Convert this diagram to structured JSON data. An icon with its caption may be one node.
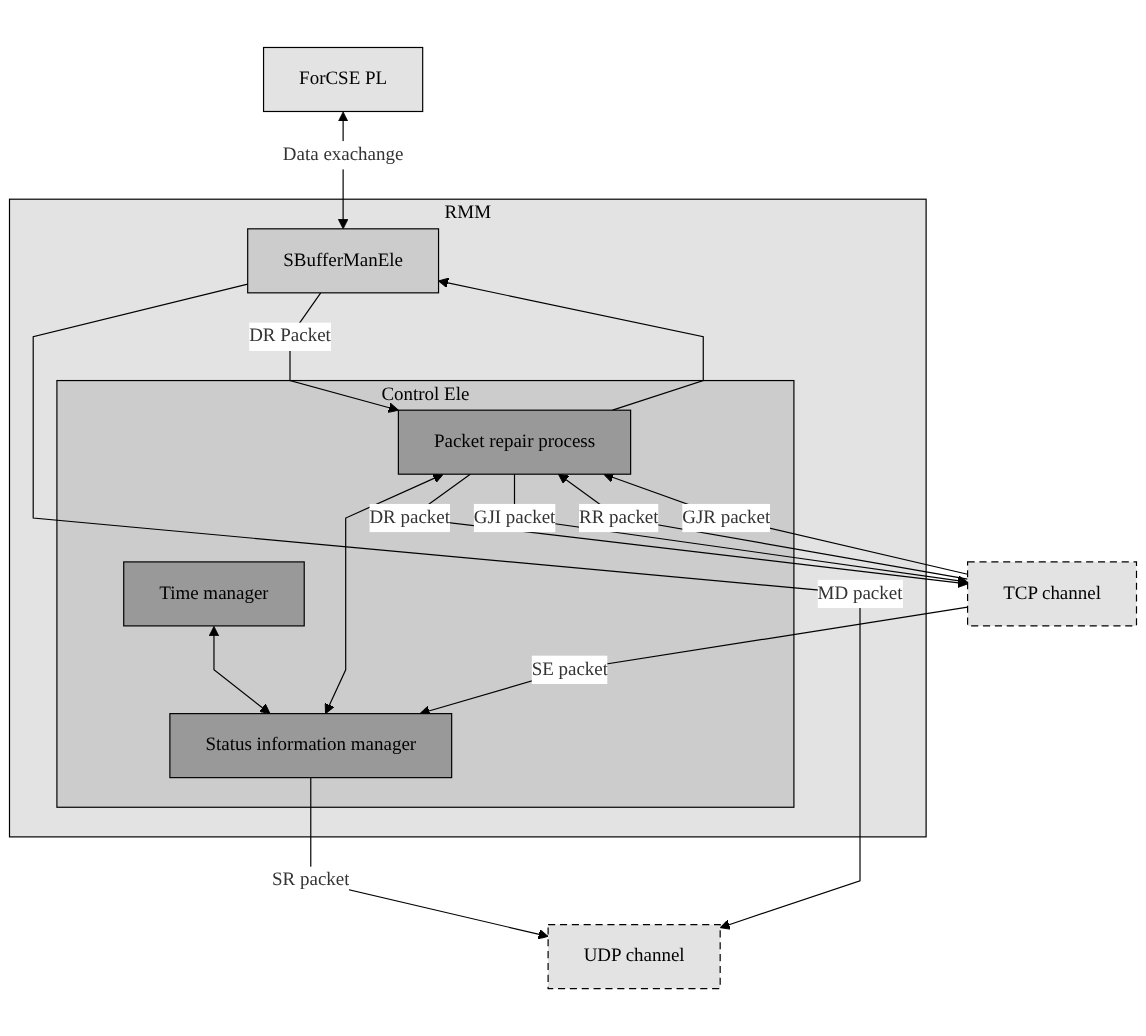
{
  "diagram": {
    "nodes": [
      {
        "text": [
          "ForCSE PL"
        ]
      },
      {
        "text": [
          "RMM"
        ]
      },
      {
        "text": [
          "SBufferManEle"
        ],
        "in": 1
      },
      {
        "text": [
          "Control Ele"
        ],
        "in": 1
      },
      {
        "text": [
          "Time manager"
        ],
        "in": 3
      },
      {
        "text": [
          "Status information manager"
        ],
        "in": 3
      },
      {
        "text": [
          "Packet repair process"
        ],
        "in": 3
      },
      {
        "text": [
          "TCP channel"
        ]
      },
      {
        "text": [
          "UDP channel"
        ]
      }
    ],
    "edges": [
      {
        "from": 0,
        "to": 2,
        "arrow": "both",
        "label": "Data exachange"
      },
      {
        "from": 2,
        "to": 6,
        "arrow": "to",
        "label": "DR Packet"
      },
      {
        "from": 6,
        "to": 2,
        "arrow": "to"
      },
      {
        "from": 4,
        "to": 5,
        "arrow": "both"
      },
      {
        "from": 6,
        "to": 5,
        "arrow": "both"
      },
      {
        "from": 6,
        "to": 7,
        "arrow": "to",
        "label": "DR packet"
      },
      {
        "from": 7,
        "to": 6,
        "arrow": "to",
        "label": "RR packet"
      },
      {
        "from": 7,
        "to": 6,
        "arrow": "to",
        "label": "GJR packet"
      },
      {
        "from": 6,
        "to": 7,
        "arrow": "to",
        "label": "GJI packet"
      },
      {
        "from": 7,
        "to": 5,
        "arrow": "to",
        "label": "SE packet"
      },
      {
        "from": 5,
        "to": 8,
        "arrow": "to",
        "label": "SR packet"
      },
      {
        "from": 2,
        "to": 8,
        "arrow": "to",
        "label": "MD packet"
      }
    ]
  }
}
